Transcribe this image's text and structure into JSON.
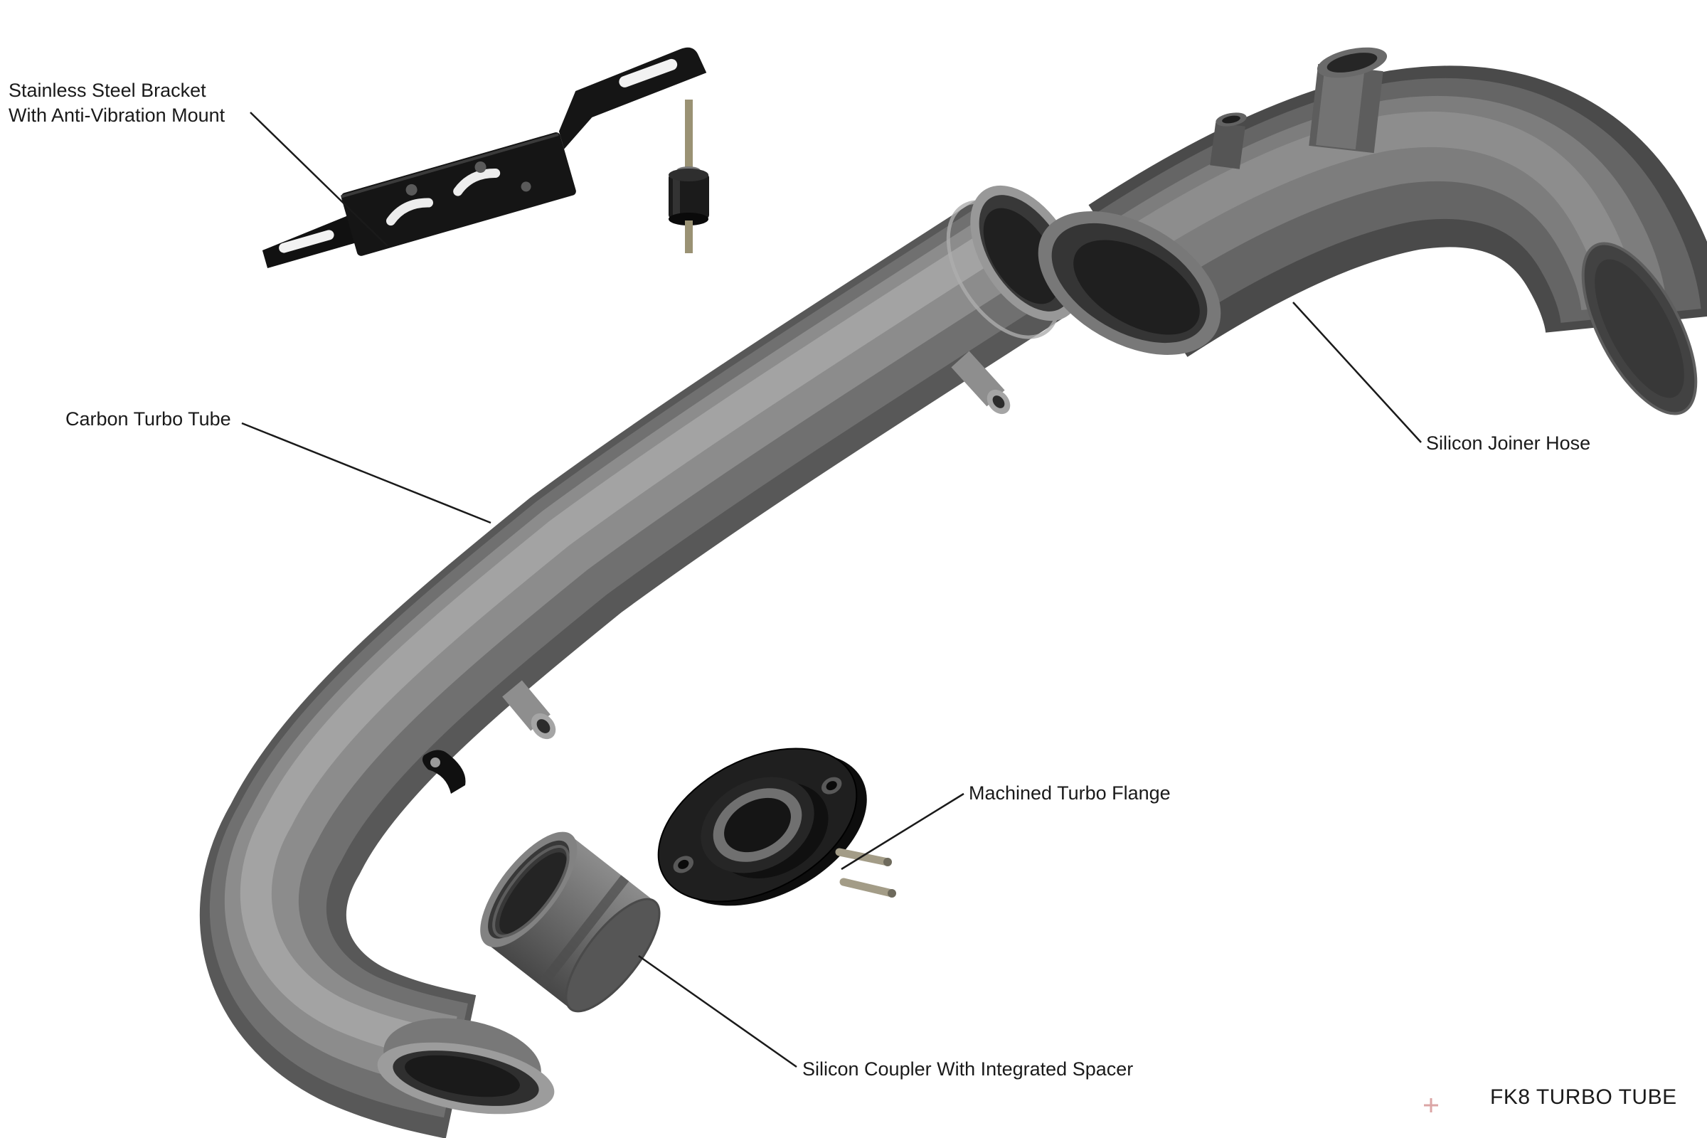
{
  "title": "FK8 TURBO TUBE",
  "labels": {
    "bracket_line1": "Stainless Steel Bracket",
    "bracket_line2": "With Anti-Vibration Mount",
    "tube": "Carbon Turbo Tube",
    "joiner": "Silicon Joiner Hose",
    "flange": "Machined Turbo Flange",
    "coupler": "Silicon Coupler With Integrated Spacer"
  },
  "colors": {
    "background": "#ffffff",
    "label_text": "#1a1a1a",
    "leader_line": "#1a1a1a",
    "tube_gray": "#747474",
    "hose_gray": "#5f5f5f",
    "black_part": "#141414",
    "stud_metal": "#9a9274",
    "registration_mark": "#dba5a5"
  }
}
